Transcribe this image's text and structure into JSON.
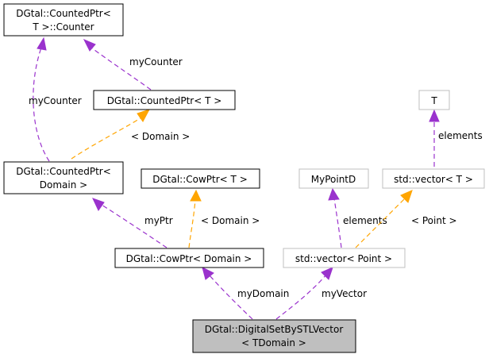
{
  "colors": {
    "member_edge": "#9a32cd",
    "template_edge": "#ffa500",
    "main_node_fill": "#bfbfbf",
    "external_node_border": "#bfbfbf"
  },
  "nodes": {
    "counted_ptr_counter": {
      "line1": "DGtal::CountedPtr<",
      "line2": "T >::Counter"
    },
    "counted_ptr_t": {
      "line1": "DGtal::CountedPtr< T >"
    },
    "counted_ptr_domain": {
      "line1": "DGtal::CountedPtr<",
      "line2": "Domain >"
    },
    "cow_ptr_t": {
      "line1": "DGtal::CowPtr< T >"
    },
    "cow_ptr_domain": {
      "line1": "DGtal::CowPtr< Domain >"
    },
    "my_point_d": {
      "line1": "MyPointD"
    },
    "t": {
      "line1": "T"
    },
    "std_vector_t": {
      "line1": "std::vector< T >"
    },
    "std_vector_point": {
      "line1": "std::vector< Point >"
    },
    "digital_set": {
      "line1": "DGtal::DigitalSetBySTLVector",
      "line2": "< TDomain >"
    }
  },
  "edges": {
    "my_counter_1": "myCounter",
    "my_counter_2": "myCounter",
    "domain_template_1": "< Domain >",
    "domain_template_2": "< Domain >",
    "my_ptr": "myPtr",
    "elements_1": "elements",
    "elements_2": "elements",
    "point_template": "< Point >",
    "my_domain": "myDomain",
    "my_vector": "myVector"
  }
}
